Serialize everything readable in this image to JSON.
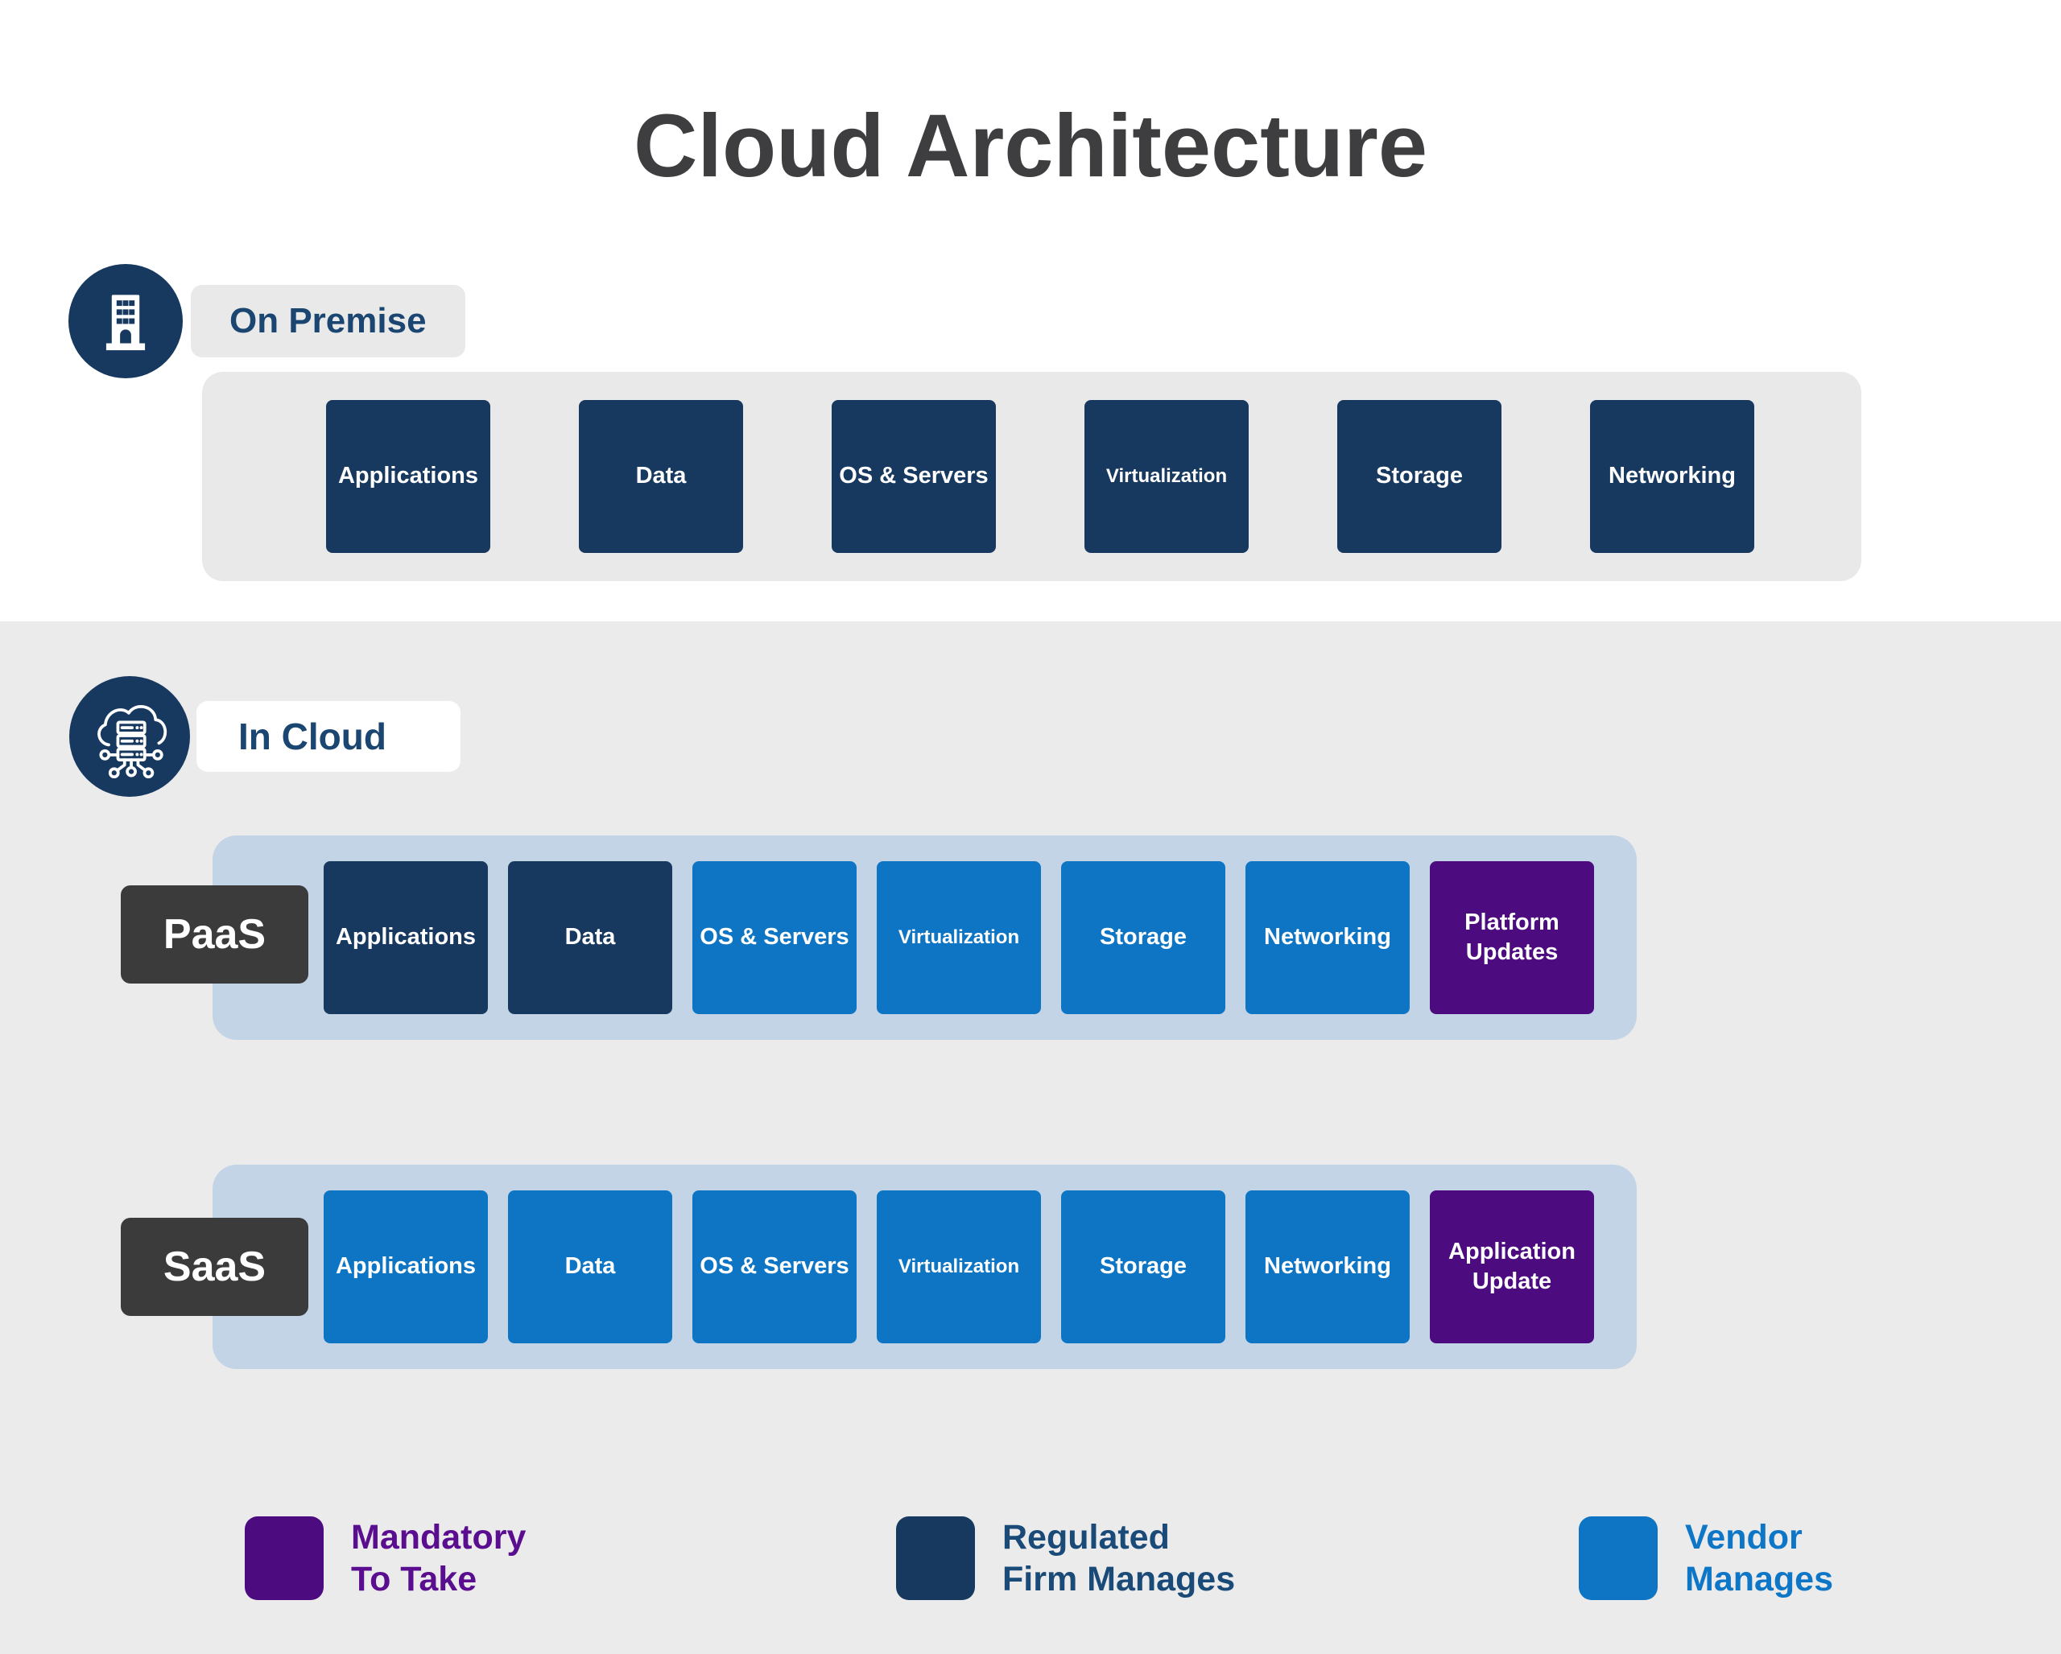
{
  "title": "Cloud Architecture",
  "colors": {
    "navy": "#17395f",
    "blue": "#0d75c4",
    "purple": "#4d0b80",
    "charcoal": "#3b3b3b",
    "light_blue_panel": "#c2d4e6",
    "gray_panel": "#e9e9e9",
    "section_background": "#ebebeb",
    "title_text": "#3e3e40",
    "navy_text": "#1a4671",
    "purple_text": "#5a0e8f",
    "blue_text": "#0e76c6"
  },
  "sections": {
    "on_premise": {
      "label": "On Premise",
      "icon": "building-icon",
      "boxes": [
        {
          "label": "Applications",
          "type": "regulated"
        },
        {
          "label": "Data",
          "type": "regulated"
        },
        {
          "label": "OS & Servers",
          "type": "regulated"
        },
        {
          "label": "Virtualization",
          "type": "regulated"
        },
        {
          "label": "Storage",
          "type": "regulated"
        },
        {
          "label": "Networking",
          "type": "regulated"
        }
      ]
    },
    "in_cloud": {
      "label": "In Cloud",
      "icon": "cloud-server-icon",
      "rows": [
        {
          "label": "PaaS",
          "boxes": [
            {
              "label": "Applications",
              "type": "regulated"
            },
            {
              "label": "Data",
              "type": "regulated"
            },
            {
              "label": "OS & Servers",
              "type": "vendor"
            },
            {
              "label": "Virtualization",
              "type": "vendor"
            },
            {
              "label": "Storage",
              "type": "vendor"
            },
            {
              "label": "Networking",
              "type": "vendor"
            },
            {
              "label": "Platform Updates",
              "type": "mandatory"
            }
          ]
        },
        {
          "label": "SaaS",
          "boxes": [
            {
              "label": "Applications",
              "type": "vendor"
            },
            {
              "label": "Data",
              "type": "vendor"
            },
            {
              "label": "OS & Servers",
              "type": "vendor"
            },
            {
              "label": "Virtualization",
              "type": "vendor"
            },
            {
              "label": "Storage",
              "type": "vendor"
            },
            {
              "label": "Networking",
              "type": "vendor"
            },
            {
              "label": "Application Update",
              "type": "mandatory"
            }
          ]
        }
      ]
    }
  },
  "legend": [
    {
      "line1": "Mandatory",
      "line2": "To Take",
      "type": "mandatory"
    },
    {
      "line1": "Regulated",
      "line2": "Firm Manages",
      "type": "regulated"
    },
    {
      "line1": "Vendor",
      "line2": "Manages",
      "type": "vendor"
    }
  ]
}
